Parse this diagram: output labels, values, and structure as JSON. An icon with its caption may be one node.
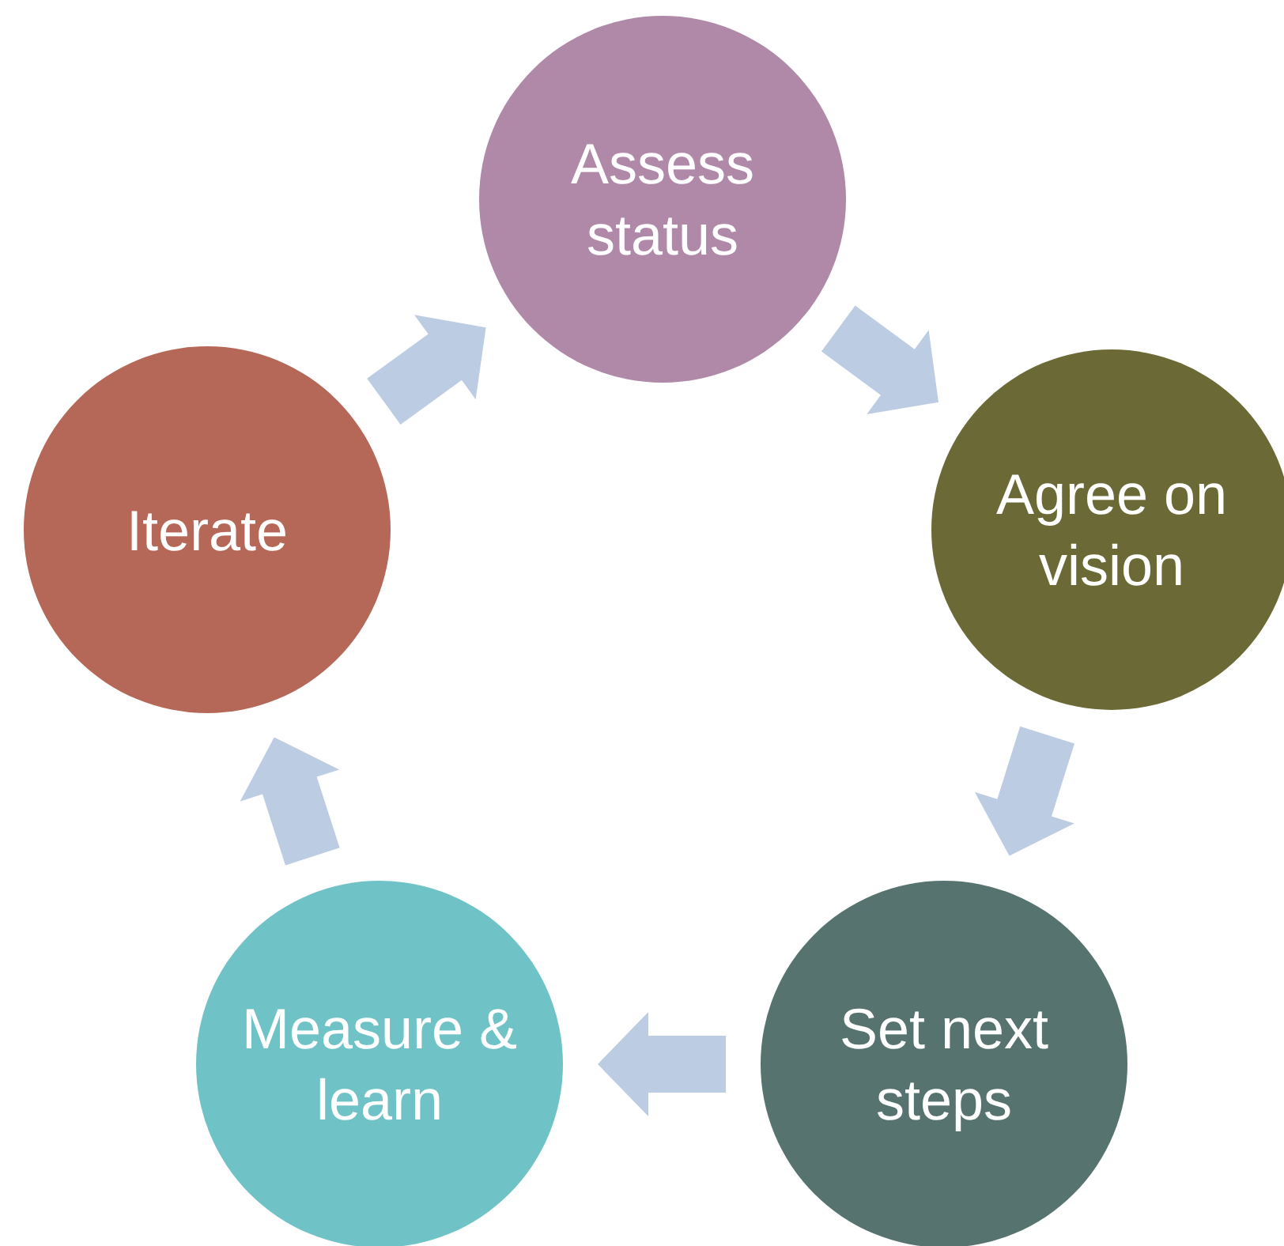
{
  "diagram": {
    "nodes": [
      {
        "text": [
          "Assess status"
        ]
      },
      {
        "text": [
          "Agree on vision"
        ]
      },
      {
        "text": [
          "Set next steps"
        ]
      },
      {
        "text": [
          "Measure & learn"
        ]
      },
      {
        "text": [
          "Iterate"
        ]
      }
    ],
    "edges": [
      {
        "from": 0,
        "to": 1,
        "arrow": "to"
      },
      {
        "from": 1,
        "to": 2,
        "arrow": "to"
      },
      {
        "from": 2,
        "to": 3,
        "arrow": "to"
      },
      {
        "from": 3,
        "to": 4,
        "arrow": "to"
      },
      {
        "from": 4,
        "to": 0,
        "arrow": "to"
      }
    ]
  }
}
